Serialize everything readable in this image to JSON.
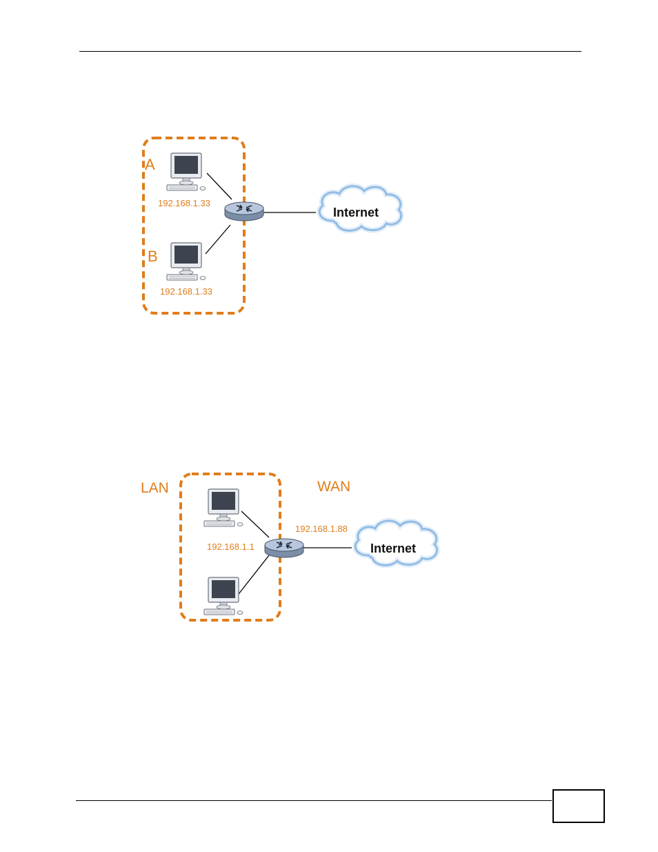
{
  "figure1": {
    "host_a_label": "A",
    "host_a_ip": "192.168.1.33",
    "host_b_label": "B",
    "host_b_ip": "192.168.1.33",
    "cloud_label": "Internet"
  },
  "figure2": {
    "lan_label": "LAN",
    "wan_label": "WAN",
    "lan_ip": "192.168.1.1",
    "wan_ip": "192.168.1.88",
    "cloud_label": "Internet"
  },
  "colors": {
    "accent_orange": "#e07c1a",
    "monitor_screen": "#3d4450",
    "cloud_blue": "#6fa7d9"
  }
}
